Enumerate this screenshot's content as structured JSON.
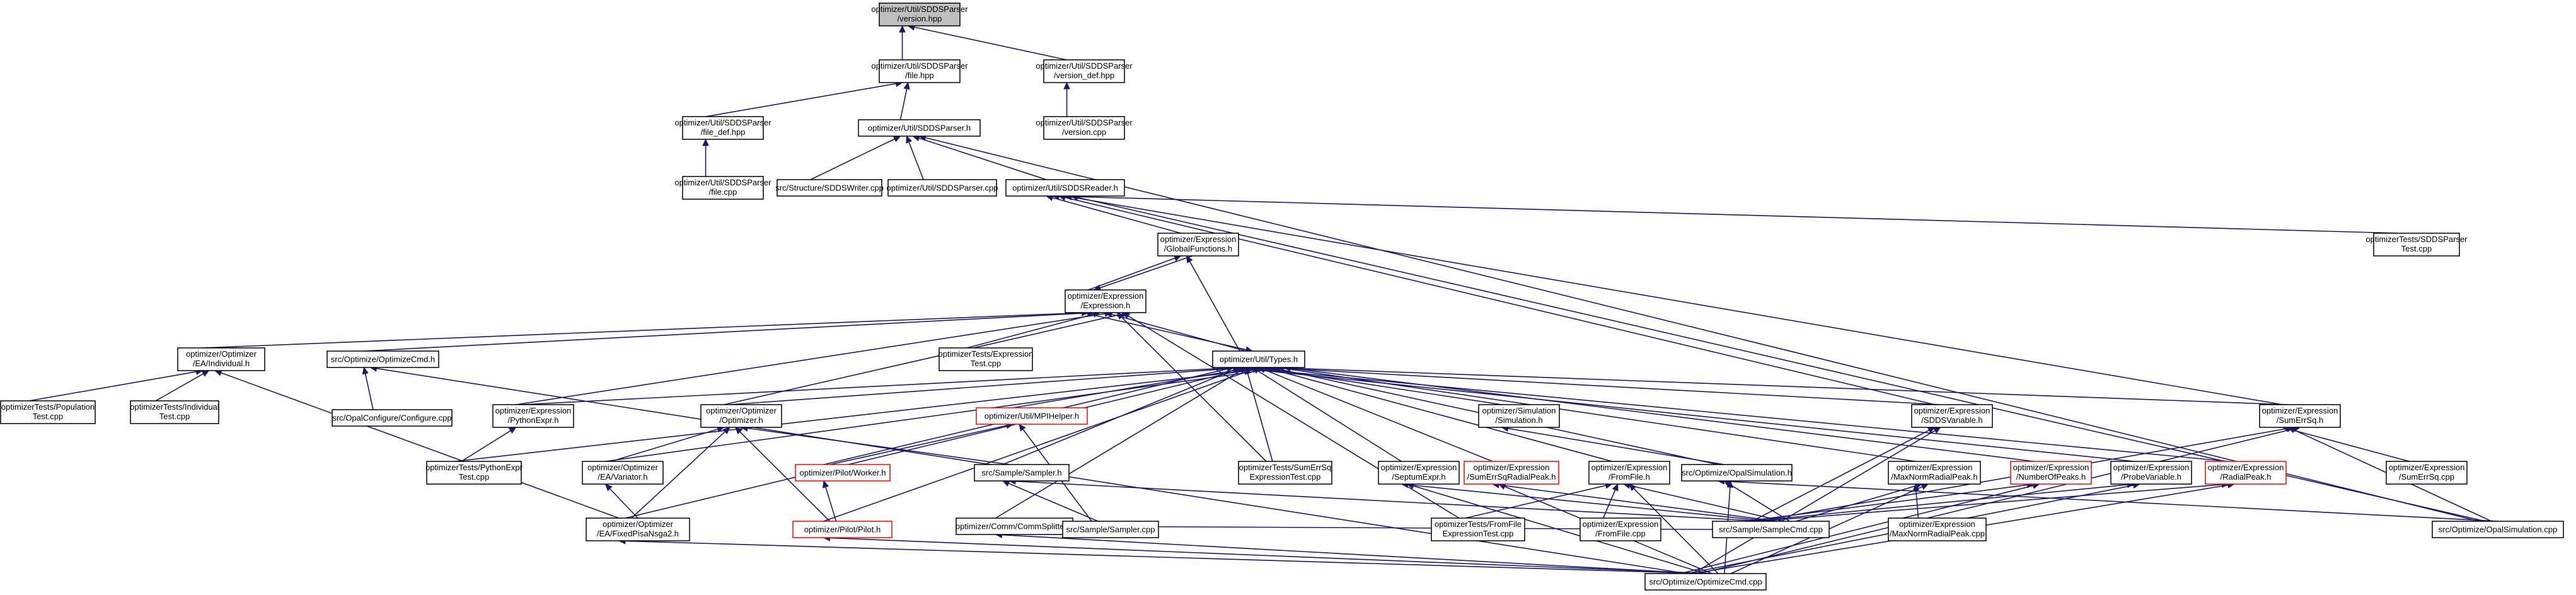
{
  "graph": {
    "nodes": [
      {
        "id": "version_hpp",
        "lines": [
          "optimizer/Util/SDDSParser",
          "/version.hpp"
        ],
        "style": "root"
      },
      {
        "id": "file_hpp",
        "lines": [
          "optimizer/Util/SDDSParser",
          "/file.hpp"
        ],
        "style": "normal"
      },
      {
        "id": "version_def_hpp",
        "lines": [
          "optimizer/Util/SDDSParser",
          "/version_def.hpp"
        ],
        "style": "normal"
      },
      {
        "id": "file_def_hpp",
        "lines": [
          "optimizer/Util/SDDSParser",
          "/file_def.hpp"
        ],
        "style": "normal"
      },
      {
        "id": "sddsparser_h",
        "lines": [
          "optimizer/Util/SDDSParser.h"
        ],
        "style": "normal"
      },
      {
        "id": "version_cpp",
        "lines": [
          "optimizer/Util/SDDSParser",
          "/version.cpp"
        ],
        "style": "normal"
      },
      {
        "id": "file_cpp",
        "lines": [
          "optimizer/Util/SDDSParser",
          "/file.cpp"
        ],
        "style": "normal"
      },
      {
        "id": "sddswriter_cpp",
        "lines": [
          "src/Structure/SDDSWriter.cpp"
        ],
        "style": "normal"
      },
      {
        "id": "sddsparser_cpp",
        "lines": [
          "optimizer/Util/SDDSParser.cpp"
        ],
        "style": "normal"
      },
      {
        "id": "sddsreader_h",
        "lines": [
          "optimizer/Util/SDDSReader.h"
        ],
        "style": "normal"
      },
      {
        "id": "globalfunctions_h",
        "lines": [
          "optimizer/Expression",
          "/GlobalFunctions.h"
        ],
        "style": "normal"
      },
      {
        "id": "sddsparsertest_cpp",
        "lines": [
          "optimizerTests/SDDSParser",
          "Test.cpp"
        ],
        "style": "normal"
      },
      {
        "id": "expression_h",
        "lines": [
          "optimizer/Expression",
          "/Expression.h"
        ],
        "style": "normal"
      },
      {
        "id": "individual_h",
        "lines": [
          "optimizer/Optimizer",
          "/EA/Individual.h"
        ],
        "style": "normal"
      },
      {
        "id": "optimizecmd_h",
        "lines": [
          "src/Optimize/OptimizeCmd.h"
        ],
        "style": "normal"
      },
      {
        "id": "expressiontest_cpp",
        "lines": [
          "optimizerTests/Expression",
          "Test.cpp"
        ],
        "style": "normal"
      },
      {
        "id": "types_h",
        "lines": [
          "optimizer/Util/Types.h"
        ],
        "style": "normal"
      },
      {
        "id": "populationtest_cpp",
        "lines": [
          "optimizerTests/Population",
          "Test.cpp"
        ],
        "style": "normal"
      },
      {
        "id": "individualtest_cpp",
        "lines": [
          "optimizerTests/Individual",
          "Test.cpp"
        ],
        "style": "normal"
      },
      {
        "id": "configure_cpp",
        "lines": [
          "src/OpalConfigure/Configure.cpp"
        ],
        "style": "normal"
      },
      {
        "id": "pythonexpr_h",
        "lines": [
          "optimizer/Expression",
          "/PythonExpr.h"
        ],
        "style": "normal"
      },
      {
        "id": "optimizer_h",
        "lines": [
          "optimizer/Optimizer",
          "/Optimizer.h"
        ],
        "style": "normal"
      },
      {
        "id": "mpihelper_h",
        "lines": [
          "optimizer/Util/MPIHelper.h"
        ],
        "style": "red"
      },
      {
        "id": "simulation_h",
        "lines": [
          "optimizer/Simulation",
          "/Simulation.h"
        ],
        "style": "normal"
      },
      {
        "id": "sddsvariable_h",
        "lines": [
          "optimizer/Expression",
          "/SDDSVariable.h"
        ],
        "style": "normal"
      },
      {
        "id": "sumerrsq_h",
        "lines": [
          "optimizer/Expression",
          "/SumErrSq.h"
        ],
        "style": "normal"
      },
      {
        "id": "pythonexprtest_cpp",
        "lines": [
          "optimizerTests/PythonExpr",
          "Test.cpp"
        ],
        "style": "normal"
      },
      {
        "id": "variator_h",
        "lines": [
          "optimizer/Optimizer",
          "/EA/Variator.h"
        ],
        "style": "normal"
      },
      {
        "id": "worker_h",
        "lines": [
          "optimizer/Pilot/Worker.h"
        ],
        "style": "red"
      },
      {
        "id": "sampler_h",
        "lines": [
          "src/Sample/Sampler.h"
        ],
        "style": "normal"
      },
      {
        "id": "sumerrsqexpressiontest_cpp",
        "lines": [
          "optimizerTests/SumErrSq",
          "ExpressionTest.cpp"
        ],
        "style": "normal"
      },
      {
        "id": "septumexpr_h",
        "lines": [
          "optimizer/Expression",
          "/SeptumExpr.h"
        ],
        "style": "normal"
      },
      {
        "id": "sumerrsqradialpeak_h",
        "lines": [
          "optimizer/Expression",
          "/SumErrSqRadialPeak.h"
        ],
        "style": "red"
      },
      {
        "id": "fromfile_h",
        "lines": [
          "optimizer/Expression",
          "/FromFile.h"
        ],
        "style": "normal"
      },
      {
        "id": "opalsimulation_h",
        "lines": [
          "src/Optimize/OpalSimulation.h"
        ],
        "style": "normal"
      },
      {
        "id": "maxnormradialpeak_h",
        "lines": [
          "optimizer/Expression",
          "/MaxNormRadialPeak.h"
        ],
        "style": "normal"
      },
      {
        "id": "numberofpeaks_h",
        "lines": [
          "optimizer/Expression",
          "/NumberOfPeaks.h"
        ],
        "style": "red"
      },
      {
        "id": "probevariable_h",
        "lines": [
          "optimizer/Expression",
          "/ProbeVariable.h"
        ],
        "style": "normal"
      },
      {
        "id": "radialpeak_h",
        "lines": [
          "optimizer/Expression",
          "/RadialPeak.h"
        ],
        "style": "red"
      },
      {
        "id": "sumerrsq_cpp",
        "lines": [
          "optimizer/Expression",
          "/SumErrSq.cpp"
        ],
        "style": "normal"
      },
      {
        "id": "commsplitter_h",
        "lines": [
          "optimizer/Comm/CommSplitter.h"
        ],
        "style": "normal"
      },
      {
        "id": "fixedpisansga2_h",
        "lines": [
          "optimizer/Optimizer",
          "/EA/FixedPisaNsga2.h"
        ],
        "style": "normal"
      },
      {
        "id": "pilot_h",
        "lines": [
          "optimizer/Pilot/Pilot.h"
        ],
        "style": "red"
      },
      {
        "id": "sampler_cpp",
        "lines": [
          "src/Sample/Sampler.cpp"
        ],
        "style": "normal"
      },
      {
        "id": "fromfileexpressiontest_cpp",
        "lines": [
          "optimizerTests/FromFile",
          "ExpressionTest.cpp"
        ],
        "style": "normal"
      },
      {
        "id": "fromfile_cpp",
        "lines": [
          "optimizer/Expression",
          "/FromFile.cpp"
        ],
        "style": "normal"
      },
      {
        "id": "samplecmd_cpp",
        "lines": [
          "src/Sample/SampleCmd.cpp"
        ],
        "style": "normal"
      },
      {
        "id": "maxnormradialpeak_cpp",
        "lines": [
          "optimizer/Expression",
          "/MaxNormRadialPeak.cpp"
        ],
        "style": "normal"
      },
      {
        "id": "opalsimulation_cpp",
        "lines": [
          "src/Optimize/OpalSimulation.cpp"
        ],
        "style": "normal"
      },
      {
        "id": "optimizecmd_cpp",
        "lines": [
          "src/Optimize/OptimizeCmd.cpp"
        ],
        "style": "normal"
      }
    ],
    "edges": [
      [
        "file_hpp",
        "version_hpp"
      ],
      [
        "version_def_hpp",
        "version_hpp"
      ],
      [
        "file_def_hpp",
        "file_hpp"
      ],
      [
        "sddsparser_h",
        "file_hpp"
      ],
      [
        "version_cpp",
        "version_def_hpp"
      ],
      [
        "file_cpp",
        "file_def_hpp"
      ],
      [
        "sddswriter_cpp",
        "sddsparser_h"
      ],
      [
        "sddsparser_cpp",
        "sddsparser_h"
      ],
      [
        "sddsreader_h",
        "sddsparser_h"
      ],
      [
        "opalsimulation_cpp",
        "sddsparser_h"
      ],
      [
        "globalfunctions_h",
        "sddsreader_h"
      ],
      [
        "sddsparsertest_cpp",
        "sddsreader_h"
      ],
      [
        "sddsvariable_h",
        "sddsreader_h"
      ],
      [
        "sumerrsq_h",
        "sddsreader_h"
      ],
      [
        "opalsimulation_cpp",
        "sddsreader_h"
      ],
      [
        "expression_h",
        "globalfunctions_h"
      ],
      [
        "types_h",
        "globalfunctions_h"
      ],
      [
        "globalfunctions_h",
        "expression_h"
      ],
      [
        "individual_h",
        "expression_h"
      ],
      [
        "optimizecmd_h",
        "expression_h"
      ],
      [
        "expressiontest_cpp",
        "expression_h"
      ],
      [
        "types_h",
        "expression_h"
      ],
      [
        "pythonexpr_h",
        "expression_h"
      ],
      [
        "sumerrsqexpressiontest_cpp",
        "expression_h"
      ],
      [
        "fromfileexpressiontest_cpp",
        "expression_h"
      ],
      [
        "optimizer_h",
        "expression_h"
      ],
      [
        "expression_h",
        "types_h"
      ],
      [
        "populationtest_cpp",
        "individual_h"
      ],
      [
        "individualtest_cpp",
        "individual_h"
      ],
      [
        "fixedpisansga2_h",
        "individual_h"
      ],
      [
        "configure_cpp",
        "optimizecmd_h"
      ],
      [
        "optimizecmd_cpp",
        "optimizecmd_h"
      ],
      [
        "pythonexpr_h",
        "types_h"
      ],
      [
        "optimizer_h",
        "types_h"
      ],
      [
        "mpihelper_h",
        "types_h"
      ],
      [
        "simulation_h",
        "types_h"
      ],
      [
        "sddsvariable_h",
        "types_h"
      ],
      [
        "sumerrsq_h",
        "types_h"
      ],
      [
        "pythonexprtest_cpp",
        "types_h"
      ],
      [
        "variator_h",
        "types_h"
      ],
      [
        "worker_h",
        "types_h"
      ],
      [
        "sampler_h",
        "types_h"
      ],
      [
        "sumerrsqexpressiontest_cpp",
        "types_h"
      ],
      [
        "septumexpr_h",
        "types_h"
      ],
      [
        "sumerrsqradialpeak_h",
        "types_h"
      ],
      [
        "fromfile_h",
        "types_h"
      ],
      [
        "opalsimulation_h",
        "types_h"
      ],
      [
        "maxnormradialpeak_h",
        "types_h"
      ],
      [
        "numberofpeaks_h",
        "types_h"
      ],
      [
        "probevariable_h",
        "types_h"
      ],
      [
        "radialpeak_h",
        "types_h"
      ],
      [
        "commsplitter_h",
        "types_h"
      ],
      [
        "fixedpisansga2_h",
        "types_h"
      ],
      [
        "pilot_h",
        "types_h"
      ],
      [
        "pythonexprtest_cpp",
        "pythonexpr_h"
      ],
      [
        "variator_h",
        "optimizer_h"
      ],
      [
        "fixedpisansga2_h",
        "optimizer_h"
      ],
      [
        "pilot_h",
        "optimizer_h"
      ],
      [
        "sampler_h",
        "optimizer_h"
      ],
      [
        "worker_h",
        "mpihelper_h"
      ],
      [
        "sampler_cpp",
        "mpihelper_h"
      ],
      [
        "opalsimulation_h",
        "simulation_h"
      ],
      [
        "samplecmd_cpp",
        "sddsvariable_h"
      ],
      [
        "optimizecmd_cpp",
        "sddsvariable_h"
      ],
      [
        "sumerrsq_cpp",
        "sumerrsq_h"
      ],
      [
        "opalsimulation_cpp",
        "sumerrsq_h"
      ],
      [
        "samplecmd_cpp",
        "sumerrsq_h"
      ],
      [
        "optimizecmd_cpp",
        "sumerrsq_h"
      ],
      [
        "fixedpisansga2_h",
        "variator_h"
      ],
      [
        "pilot_h",
        "worker_h"
      ],
      [
        "sampler_cpp",
        "sampler_h"
      ],
      [
        "samplecmd_cpp",
        "sampler_h"
      ],
      [
        "samplecmd_cpp",
        "septumexpr_h"
      ],
      [
        "optimizecmd_cpp",
        "septumexpr_h"
      ],
      [
        "samplecmd_cpp",
        "sumerrsqradialpeak_h"
      ],
      [
        "optimizecmd_cpp",
        "sumerrsqradialpeak_h"
      ],
      [
        "fromfileexpressiontest_cpp",
        "fromfile_h"
      ],
      [
        "fromfile_cpp",
        "fromfile_h"
      ],
      [
        "samplecmd_cpp",
        "fromfile_h"
      ],
      [
        "optimizecmd_cpp",
        "fromfile_h"
      ],
      [
        "opalsimulation_cpp",
        "opalsimulation_h"
      ],
      [
        "samplecmd_cpp",
        "opalsimulation_h"
      ],
      [
        "optimizecmd_cpp",
        "opalsimulation_h"
      ],
      [
        "maxnormradialpeak_cpp",
        "maxnormradialpeak_h"
      ],
      [
        "samplecmd_cpp",
        "maxnormradialpeak_h"
      ],
      [
        "optimizecmd_cpp",
        "maxnormradialpeak_h"
      ],
      [
        "samplecmd_cpp",
        "numberofpeaks_h"
      ],
      [
        "optimizecmd_cpp",
        "numberofpeaks_h"
      ],
      [
        "samplecmd_cpp",
        "probevariable_h"
      ],
      [
        "optimizecmd_cpp",
        "probevariable_h"
      ],
      [
        "samplecmd_cpp",
        "radialpeak_h"
      ],
      [
        "optimizecmd_cpp",
        "radialpeak_h"
      ],
      [
        "optimizecmd_cpp",
        "commsplitter_h"
      ],
      [
        "samplecmd_cpp",
        "commsplitter_h"
      ],
      [
        "optimizecmd_cpp",
        "fixedpisansga2_h"
      ],
      [
        "optimizecmd_cpp",
        "pilot_h"
      ]
    ]
  }
}
